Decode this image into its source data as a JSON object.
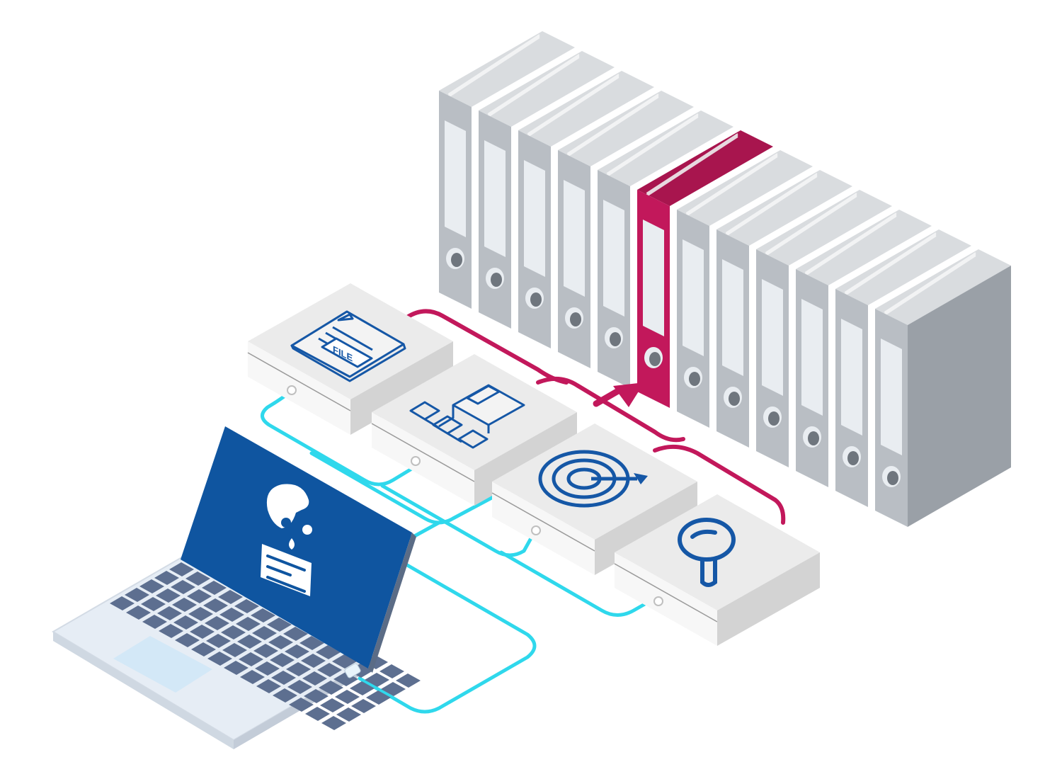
{
  "diagram": {
    "file_icon_label": "FILE",
    "binder_count": 12,
    "highlighted_binder": 6,
    "steps": [
      {
        "icon": "file-icon"
      },
      {
        "icon": "folder-hierarchy-icon"
      },
      {
        "icon": "target-icon"
      },
      {
        "icon": "magnifier-icon"
      }
    ],
    "laptop_screen_icon": "head-document-icon"
  },
  "colors": {
    "binder_gray": "#c7cbcf",
    "binder_highlight": "#c2185b",
    "flow_line_to_binders": "#c2185b",
    "connector_lines": "#2fd8ec",
    "icon_blue": "#1557a6",
    "laptop_screen": "#0f55a0",
    "box_top": "#ececec"
  }
}
